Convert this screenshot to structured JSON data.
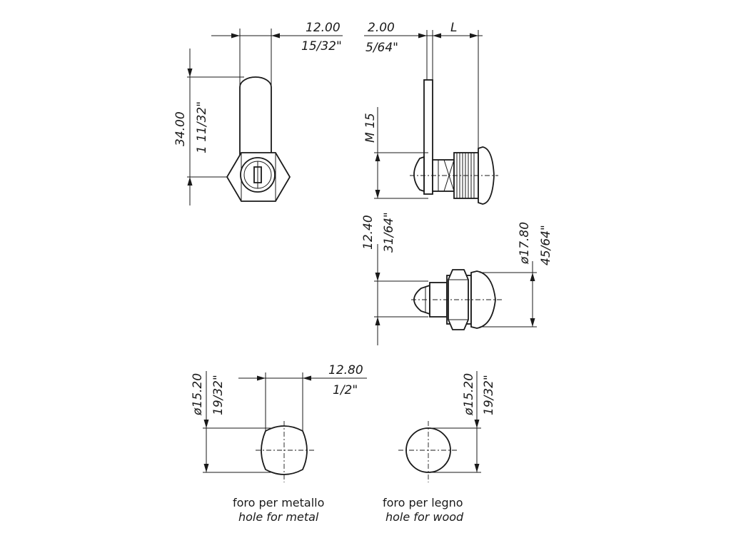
{
  "front_view": {
    "width_mm": "12.00",
    "width_in": "15/32\"",
    "height_mm": "34.00",
    "height_in": "1 11/32\""
  },
  "side_view": {
    "cam_thickness_mm": "2.00",
    "cam_thickness_in": "5/64\"",
    "length_label": "L",
    "thread_label": "M 15"
  },
  "top_view": {
    "height_mm": "12.40",
    "height_in": "31/64\"",
    "diameter_mm": "ø17.80",
    "diameter_in": "45/64\""
  },
  "metal_hole": {
    "width_mm": "12.80",
    "width_in": "1/2\"",
    "diameter_mm": "ø15.20",
    "diameter_in": "19/32\"",
    "caption_it": "foro per metallo",
    "caption_en": "hole for metal"
  },
  "wood_hole": {
    "diameter_mm": "ø15.20",
    "diameter_in": "19/32\"",
    "caption_it": "foro per legno",
    "caption_en": "hole for wood"
  }
}
